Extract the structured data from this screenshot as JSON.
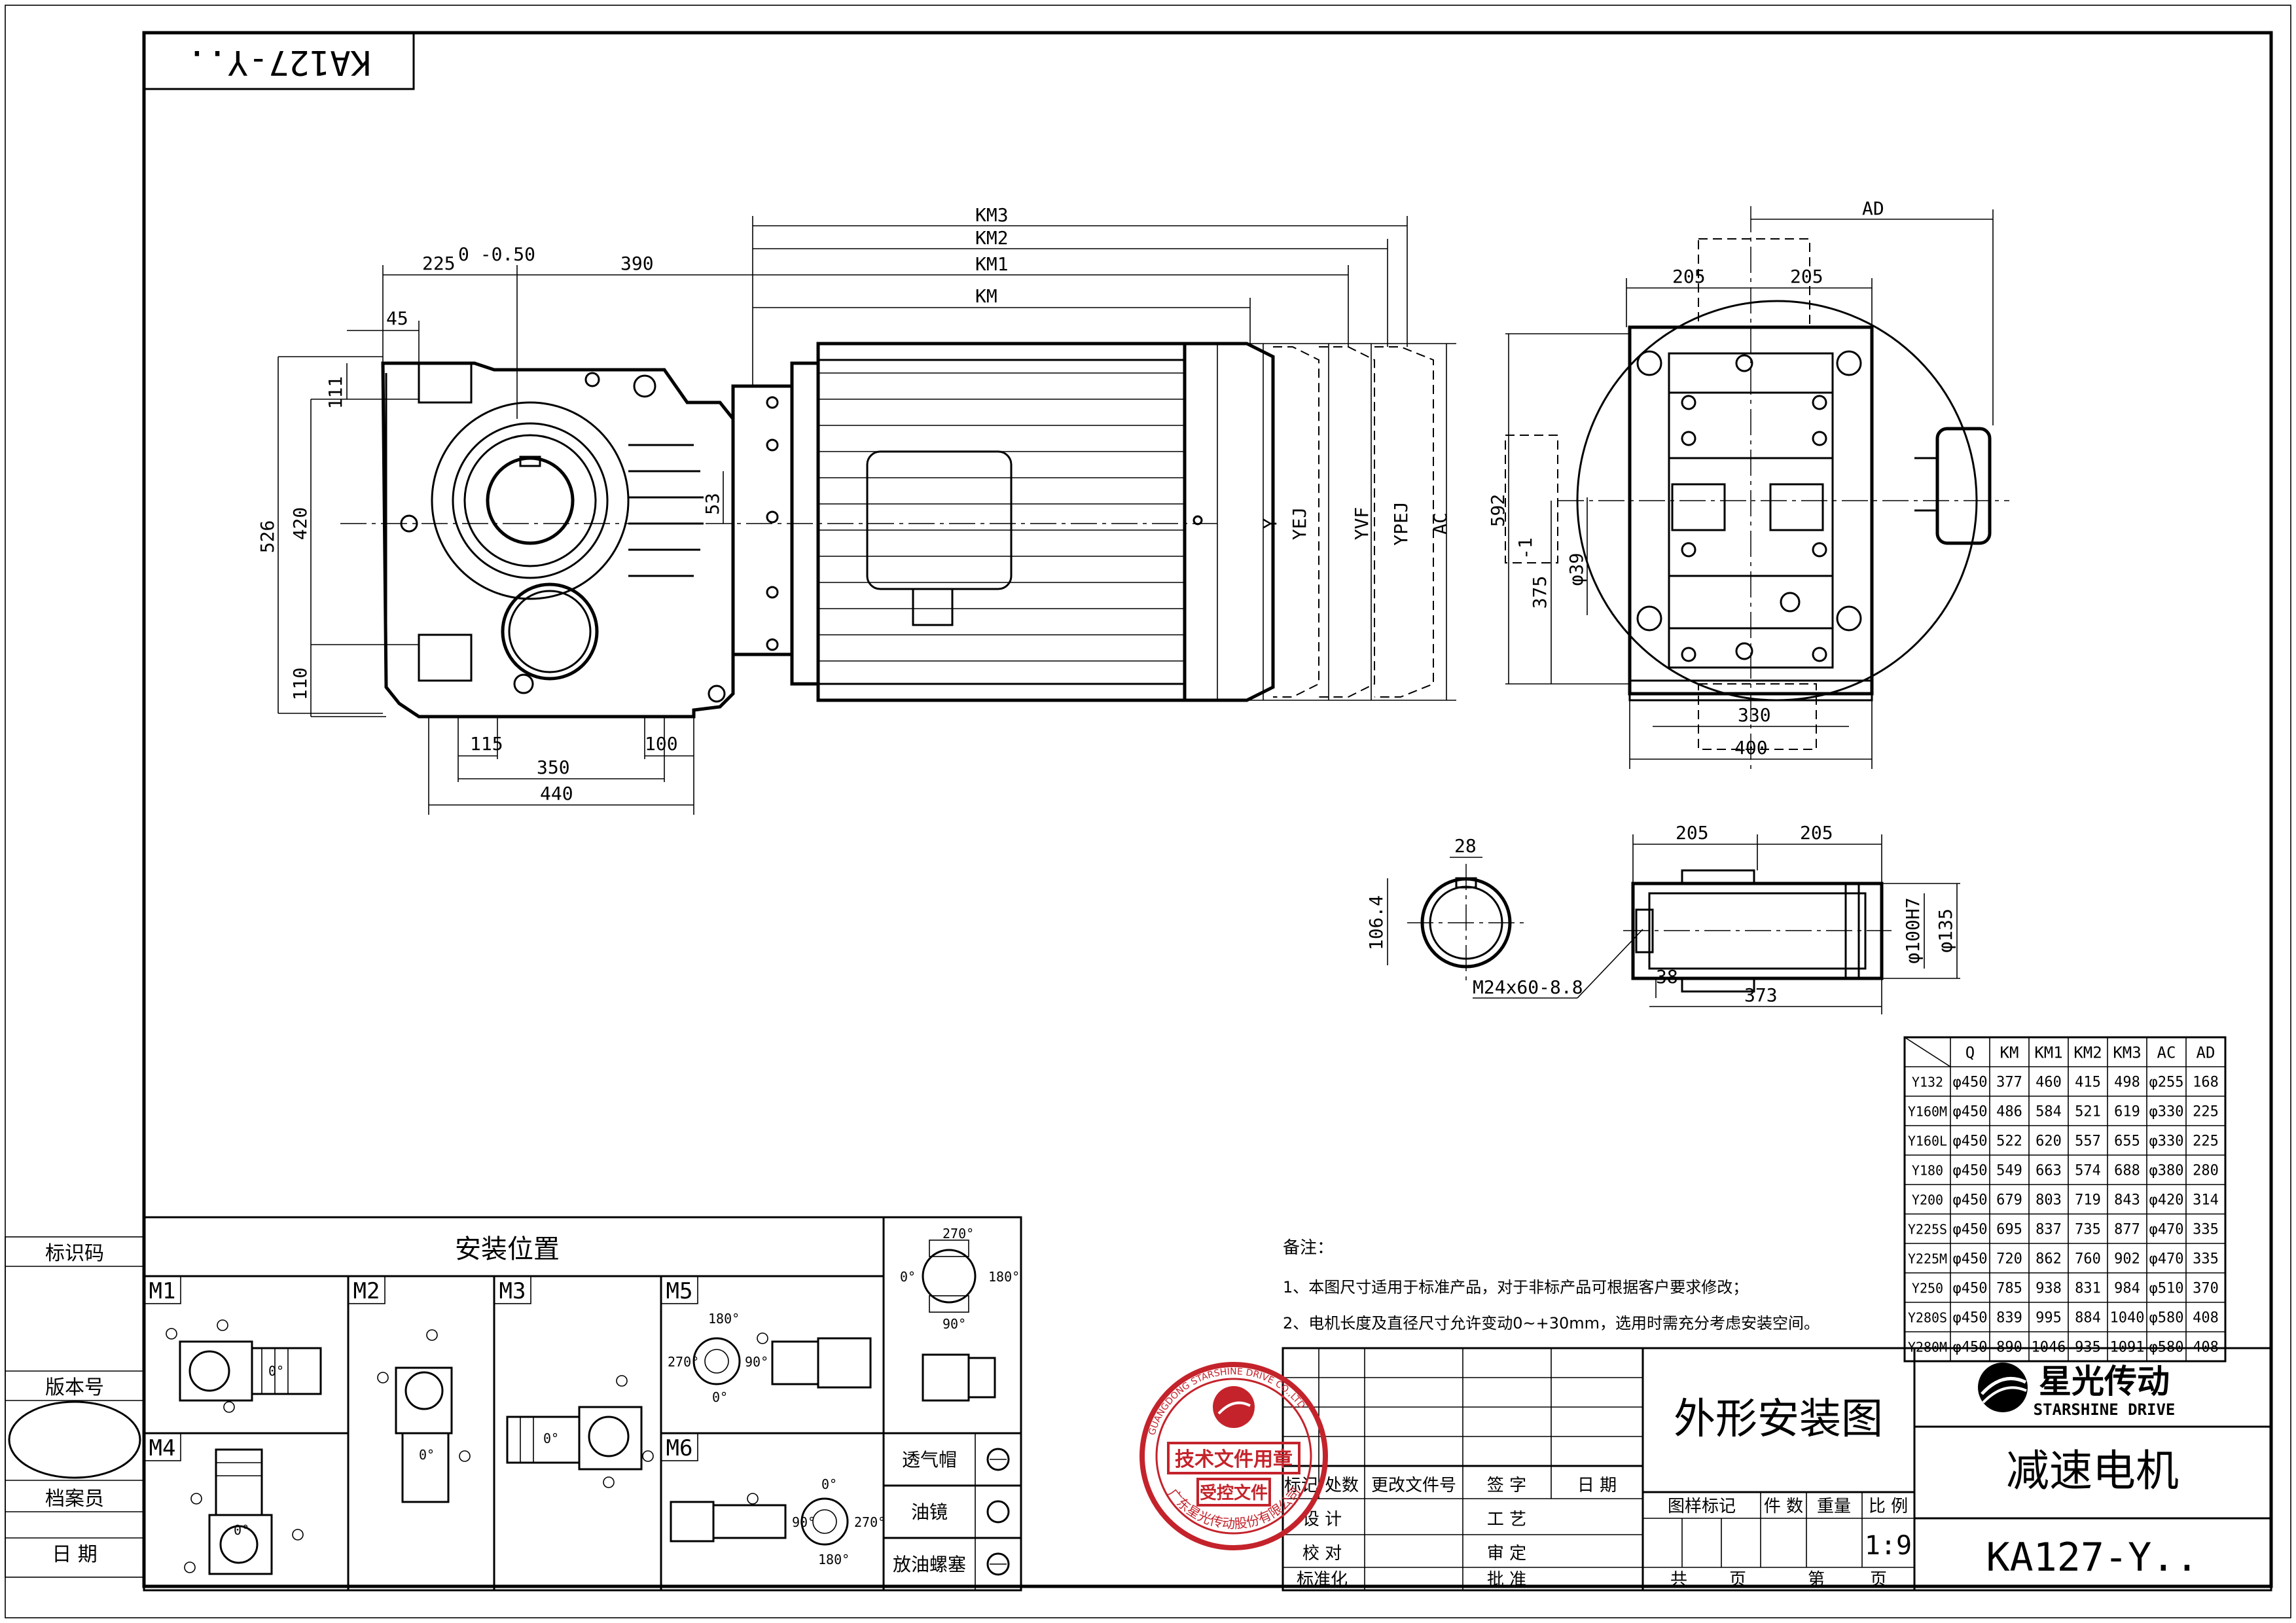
{
  "drawing": {
    "model_code": "KA127-Y..",
    "title_main": "外形安装图",
    "title_product": "减速电机",
    "scale": "1:9"
  },
  "brand": {
    "name_cn": "星光传动",
    "name_en": "STARSHINE DRIVE",
    "color": "#000000"
  },
  "stamp": {
    "line1": "技术文件用章",
    "line2": "受控文件",
    "ring_text": "GUANGDONG STARSHINE DRIVE CO.,LTD",
    "ring_text_bottom": "广东星光传动股份有限公司",
    "color": "#c4232b"
  },
  "side_labels": {
    "id_code": "标识码",
    "version": "版本号",
    "archivist": "档案员",
    "date": "日  期"
  },
  "mounting": {
    "title": "安装位置",
    "positions": [
      "M1",
      "M2",
      "M3",
      "M4",
      "M5",
      "M6"
    ],
    "angles": [
      "0°",
      "90°",
      "180°",
      "270°"
    ],
    "legend": [
      "透气帽",
      "油镜",
      "放油螺塞"
    ]
  },
  "notes": {
    "heading": "备注：",
    "items": [
      "1、本图尺寸适用于标准产品，对于非标产品可根据客户要求修改；",
      "2、电机长度及直径尺寸允许变动0~+30mm，选用时需充分考虑安装空间。"
    ]
  },
  "title_block": {
    "rows": [
      "标记",
      "处数",
      "更改文件号",
      "签  字",
      "日  期"
    ],
    "design": "设  计",
    "proofread": "校  对",
    "standard": "标准化",
    "process": "工  艺",
    "review": "审  定",
    "approve": "批  准",
    "drawing_mark": "图样标记",
    "count": "件 数",
    "weight": "重量",
    "ratio": "比 例",
    "total_pages": "共",
    "page_unit": "页",
    "page_no": "第",
    "page_unit2": "页"
  },
  "dimensions": {
    "d225": "225",
    "d225_tol": "0 -0.50",
    "d390": "390",
    "d45": "45",
    "d111": "111",
    "d526": "526",
    "d420": "420",
    "d53": "53",
    "d110": "110",
    "d115": "115",
    "d100": "100",
    "d350": "350",
    "d440": "440",
    "km": "KM",
    "km1": "KM1",
    "km2": "KM2",
    "km3": "KM3",
    "y": "Y",
    "yej": "YEJ",
    "yvf": "YVF",
    "ypej": "YPEJ",
    "ac": "AC",
    "ad": "AD",
    "d205a": "205",
    "d205b": "205",
    "d592": "592",
    "d375": "375",
    "d375_tol": "-1",
    "phi39": "φ39",
    "d330": "330",
    "d400": "400",
    "d28": "28",
    "d106": "106.4",
    "d205c": "205",
    "d205d": "205",
    "phi100": "φ100H7",
    "phi135": "φ135",
    "d38": "38",
    "d373": "373",
    "bolt": "M24x60-8.8"
  },
  "chart_data": {
    "type": "table",
    "columns": [
      "Q",
      "KM",
      "KM1",
      "KM2",
      "KM3",
      "AC",
      "AD"
    ],
    "rows": [
      {
        "motor": "Y132",
        "values": [
          "φ450",
          "377",
          "460",
          "415",
          "498",
          "φ255",
          "168"
        ]
      },
      {
        "motor": "Y160M",
        "values": [
          "φ450",
          "486",
          "584",
          "521",
          "619",
          "φ330",
          "225"
        ]
      },
      {
        "motor": "Y160L",
        "values": [
          "φ450",
          "522",
          "620",
          "557",
          "655",
          "φ330",
          "225"
        ]
      },
      {
        "motor": "Y180",
        "values": [
          "φ450",
          "549",
          "663",
          "574",
          "688",
          "φ380",
          "280"
        ]
      },
      {
        "motor": "Y200",
        "values": [
          "φ450",
          "679",
          "803",
          "719",
          "843",
          "φ420",
          "314"
        ]
      },
      {
        "motor": "Y225S",
        "values": [
          "φ450",
          "695",
          "837",
          "735",
          "877",
          "φ470",
          "335"
        ]
      },
      {
        "motor": "Y225M",
        "values": [
          "φ450",
          "720",
          "862",
          "760",
          "902",
          "φ470",
          "335"
        ]
      },
      {
        "motor": "Y250",
        "values": [
          "φ450",
          "785",
          "938",
          "831",
          "984",
          "φ510",
          "370"
        ]
      },
      {
        "motor": "Y280S",
        "values": [
          "φ450",
          "839",
          "995",
          "884",
          "1040",
          "φ580",
          "408"
        ]
      },
      {
        "motor": "Y280M",
        "values": [
          "φ450",
          "890",
          "1046",
          "935",
          "1091",
          "φ580",
          "408"
        ]
      }
    ]
  }
}
